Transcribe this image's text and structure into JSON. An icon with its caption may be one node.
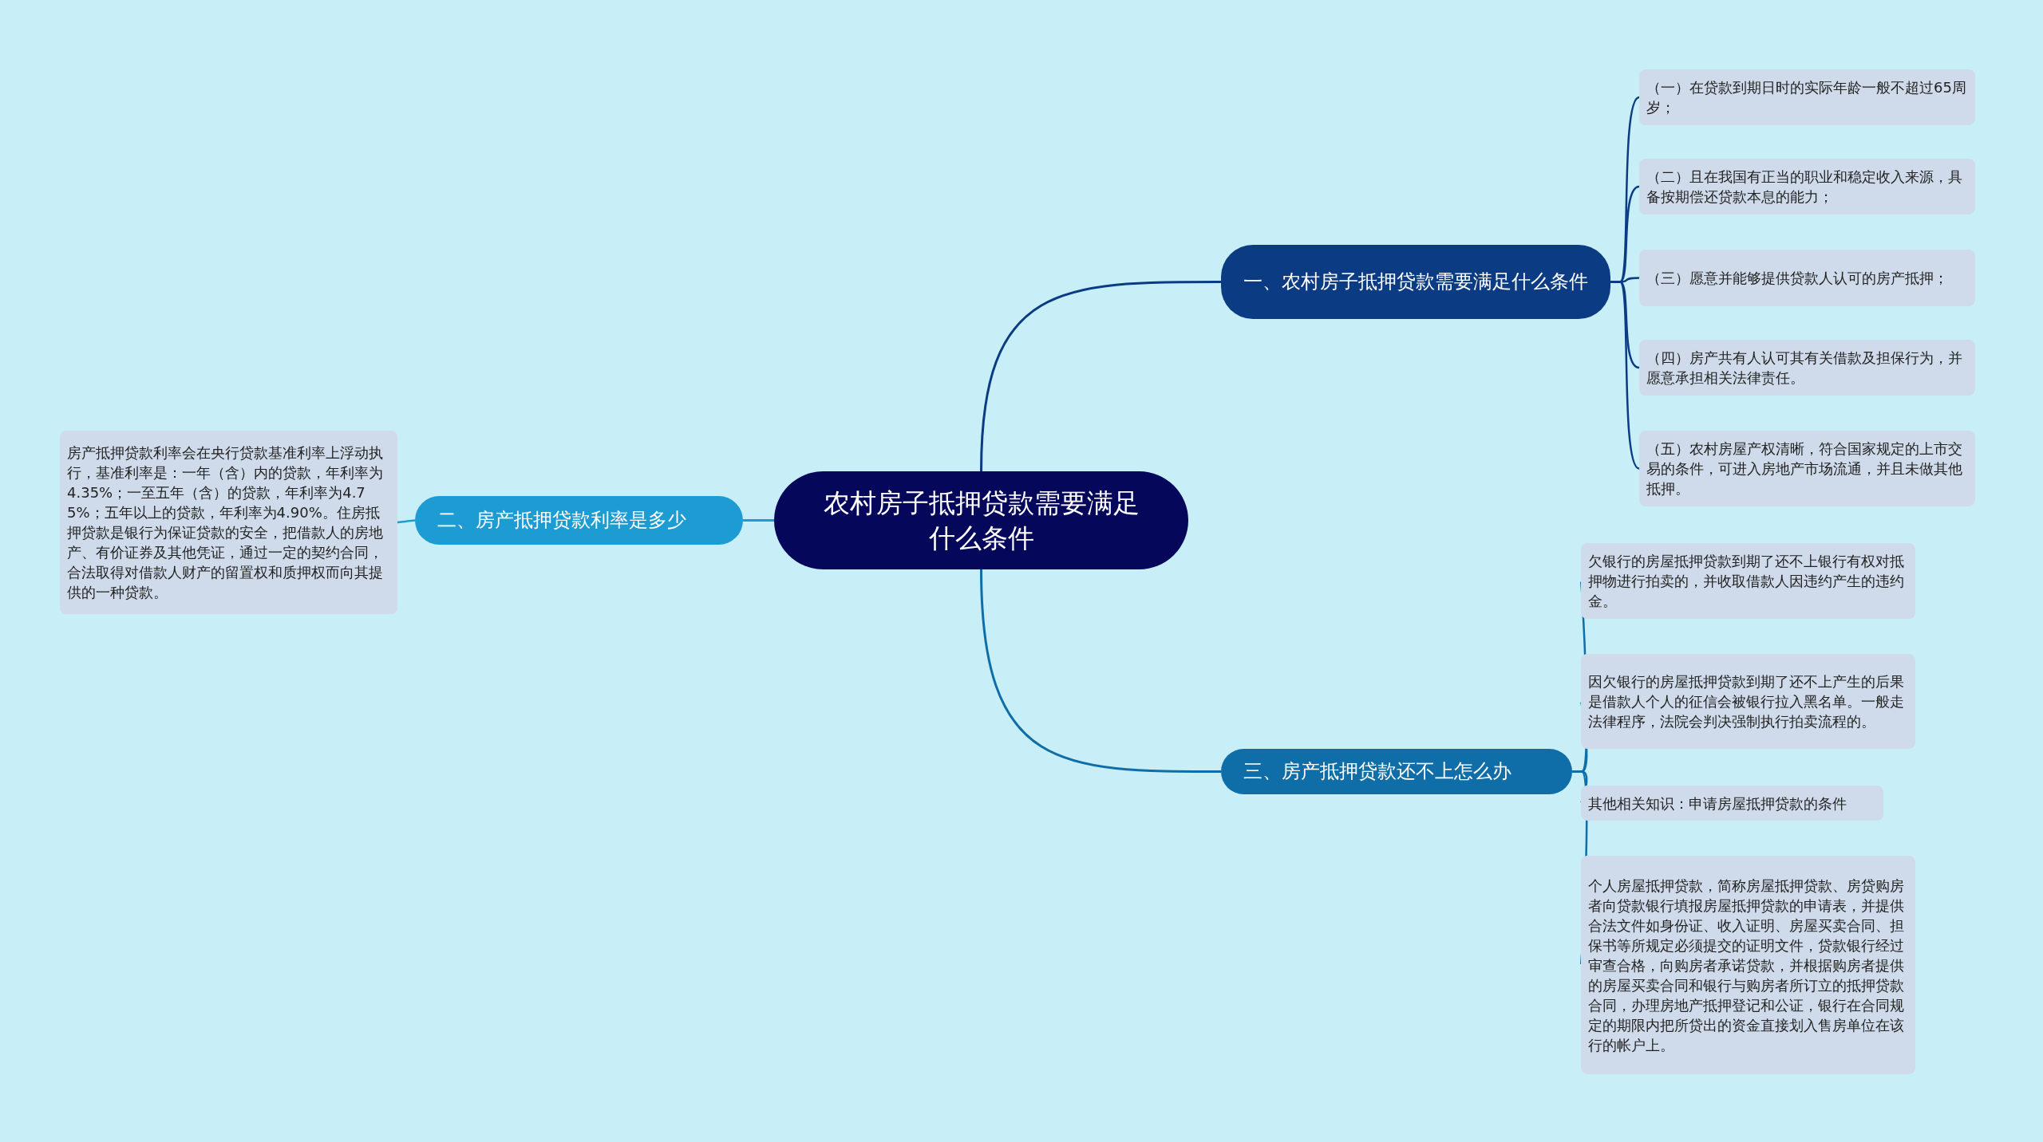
{
  "diagram": {
    "nodes": [
      {
        "text": [
          "农村房子抵押贷款需要满足什么条件"
        ]
      },
      {
        "text": [
          "一、农村房子抵押贷款需要满足什么条件"
        ]
      },
      {
        "text": [
          "（一）在贷款到期日时的实际年龄一般不超过65周岁；"
        ]
      },
      {
        "text": [
          "（二）且在我国有正当的职业和稳定收入来源，具备按期偿还贷款本息的能力；"
        ]
      },
      {
        "text": [
          "（三）愿意并能够提供贷款人认可的房产抵押；"
        ]
      },
      {
        "text": [
          "（四）房产共有人认可其有关借款及担保行为，并愿意承担相关法律责任。"
        ]
      },
      {
        "text": [
          "（五）农村房屋产权清晰，符合国家规定的上市交易的条件，可进入房地产市场流通，并且未做其他抵押。"
        ]
      },
      {
        "text": [
          "二、房产抵押贷款利率是多少"
        ]
      },
      {
        "text": [
          "房产抵押贷款利率会在央行贷款基准利率上浮动执行，基准利率是：一年（含）内的贷款，年利率为4.35%；一至五年（含）的贷款，年利率为4.75%；五年以上的贷款，年利率为4.90%。住房抵押贷款是银行为保证贷款的安全，把借款人的房地产、有价证券及其他凭证，通过一定的契约合同，合法取得对借款人财产的留置权和质押权而向其提供的一种贷款。"
        ]
      },
      {
        "text": [
          "三、房产抵押贷款还不上怎么办"
        ]
      },
      {
        "text": [
          "欠银行的房屋抵押贷款到期了还不上银行有权对抵押物进行拍卖的，并收取借款人因违约产生的违约金。"
        ]
      },
      {
        "text": [
          "因欠银行的房屋抵押贷款到期了还不上产生的后果是借款人个人的征信会被银行拉入黑名单。一般走法律程序，法院会判决强制执行拍卖流程的。"
        ]
      },
      {
        "text": [
          "其他相关知识：申请房屋抵押贷款的条件"
        ]
      },
      {
        "text": [
          "个人房屋抵押贷款，简称房屋抵押贷款、房贷购房者向贷款银行填报房屋抵押贷款的申请表，并提供合法文件如身份证、收入证明、房屋买卖合同、担保书等所规定必须提交的证明文件，贷款银行经过审查合格，向购房者承诺贷款，并根据购房者提供的房屋买卖合同和银行与购房者所订立的抵押贷款合同，办理房地产抵押登记和公证，银行在合同规定的期限内把所贷出的资金直接划入售房单位在该行的帐户上。"
        ]
      }
    ],
    "edges": [
      {
        "from": 0,
        "to": 1,
        "arrow": "none",
        "color": "#0b3b82"
      },
      {
        "from": 1,
        "to": 2,
        "arrow": "none",
        "color": "#0b3b82"
      },
      {
        "from": 1,
        "to": 3,
        "arrow": "none",
        "color": "#0b3b82"
      },
      {
        "from": 1,
        "to": 4,
        "arrow": "none",
        "color": "#0b3b82"
      },
      {
        "from": 1,
        "to": 5,
        "arrow": "none",
        "color": "#0b3b82"
      },
      {
        "from": 1,
        "to": 6,
        "arrow": "none",
        "color": "#0b3b82"
      },
      {
        "from": 0,
        "to": 7,
        "arrow": "none",
        "color": "#1c9cd2"
      },
      {
        "from": 7,
        "to": 8,
        "arrow": "none",
        "color": "#1c9cd2"
      },
      {
        "from": 0,
        "to": 9,
        "arrow": "none",
        "color": "#0f6ea8"
      },
      {
        "from": 9,
        "to": 10,
        "arrow": "none",
        "color": "#0f6ea8"
      },
      {
        "from": 9,
        "to": 11,
        "arrow": "none",
        "color": "#0f6ea8"
      },
      {
        "from": 9,
        "to": 12,
        "arrow": "none",
        "color": "#0f6ea8"
      },
      {
        "from": 9,
        "to": 13,
        "arrow": "none",
        "color": "#0f6ea8"
      }
    ]
  }
}
